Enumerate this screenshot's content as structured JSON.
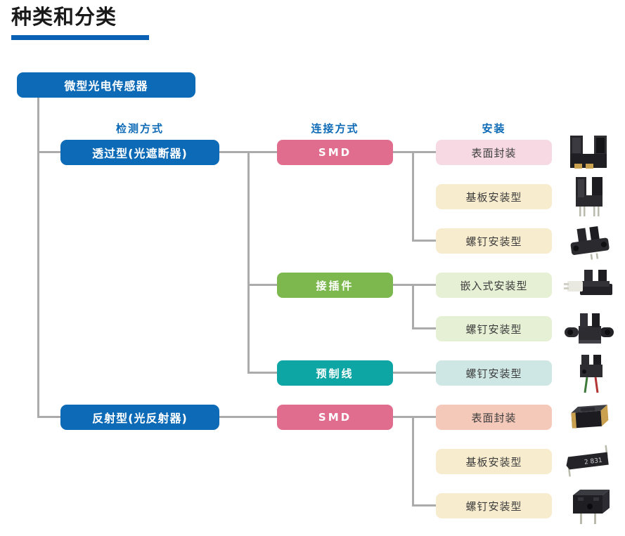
{
  "title": {
    "text": "种类和分类"
  },
  "palette": {
    "blue": "#0d6ab6",
    "title_underline": "#0b61b5",
    "pink": "#e06d8e",
    "green": "#7cb84e",
    "teal": "#0ea6a4",
    "light_pink": "#f6d9e3",
    "cream": "#f8ecce",
    "light_green": "#e6f0d5",
    "light_teal": "#cfe7e4",
    "salmon": "#f5c9ba",
    "connector_line": "#ababab"
  },
  "headers": [
    {
      "label": "检测方式"
    },
    {
      "label": "连接方式"
    },
    {
      "label": "安装"
    }
  ],
  "tree": {
    "root": {
      "label": "微型光电传感器"
    },
    "detection": [
      {
        "label": "透过型(光遮断器)"
      },
      {
        "label": "反射型(光反射器)"
      }
    ],
    "connections": [
      {
        "label": "SMD"
      },
      {
        "label": "接插件"
      },
      {
        "label": "预制线"
      },
      {
        "label": "SMD"
      }
    ],
    "mounts": [
      {
        "label": "表面封装",
        "image": "slot-sensor-surface-mount"
      },
      {
        "label": "基板安装型",
        "image": "slot-sensor-board-mount"
      },
      {
        "label": "螺钉安装型",
        "image": "slot-sensor-screw-mount"
      },
      {
        "label": "嵌入式安装型",
        "image": "connector-sensor-embedded-mount"
      },
      {
        "label": "螺钉安装型",
        "image": "connector-sensor-screw-mount"
      },
      {
        "label": "螺钉安装型",
        "image": "prewired-sensor-screw-mount"
      },
      {
        "label": "表面封装",
        "image": "reflective-sensor-surface-mount"
      },
      {
        "label": "基板安装型",
        "image": "reflective-sensor-board-mount"
      },
      {
        "label": "螺钉安装型",
        "image": "reflective-sensor-screw-mount"
      }
    ]
  }
}
